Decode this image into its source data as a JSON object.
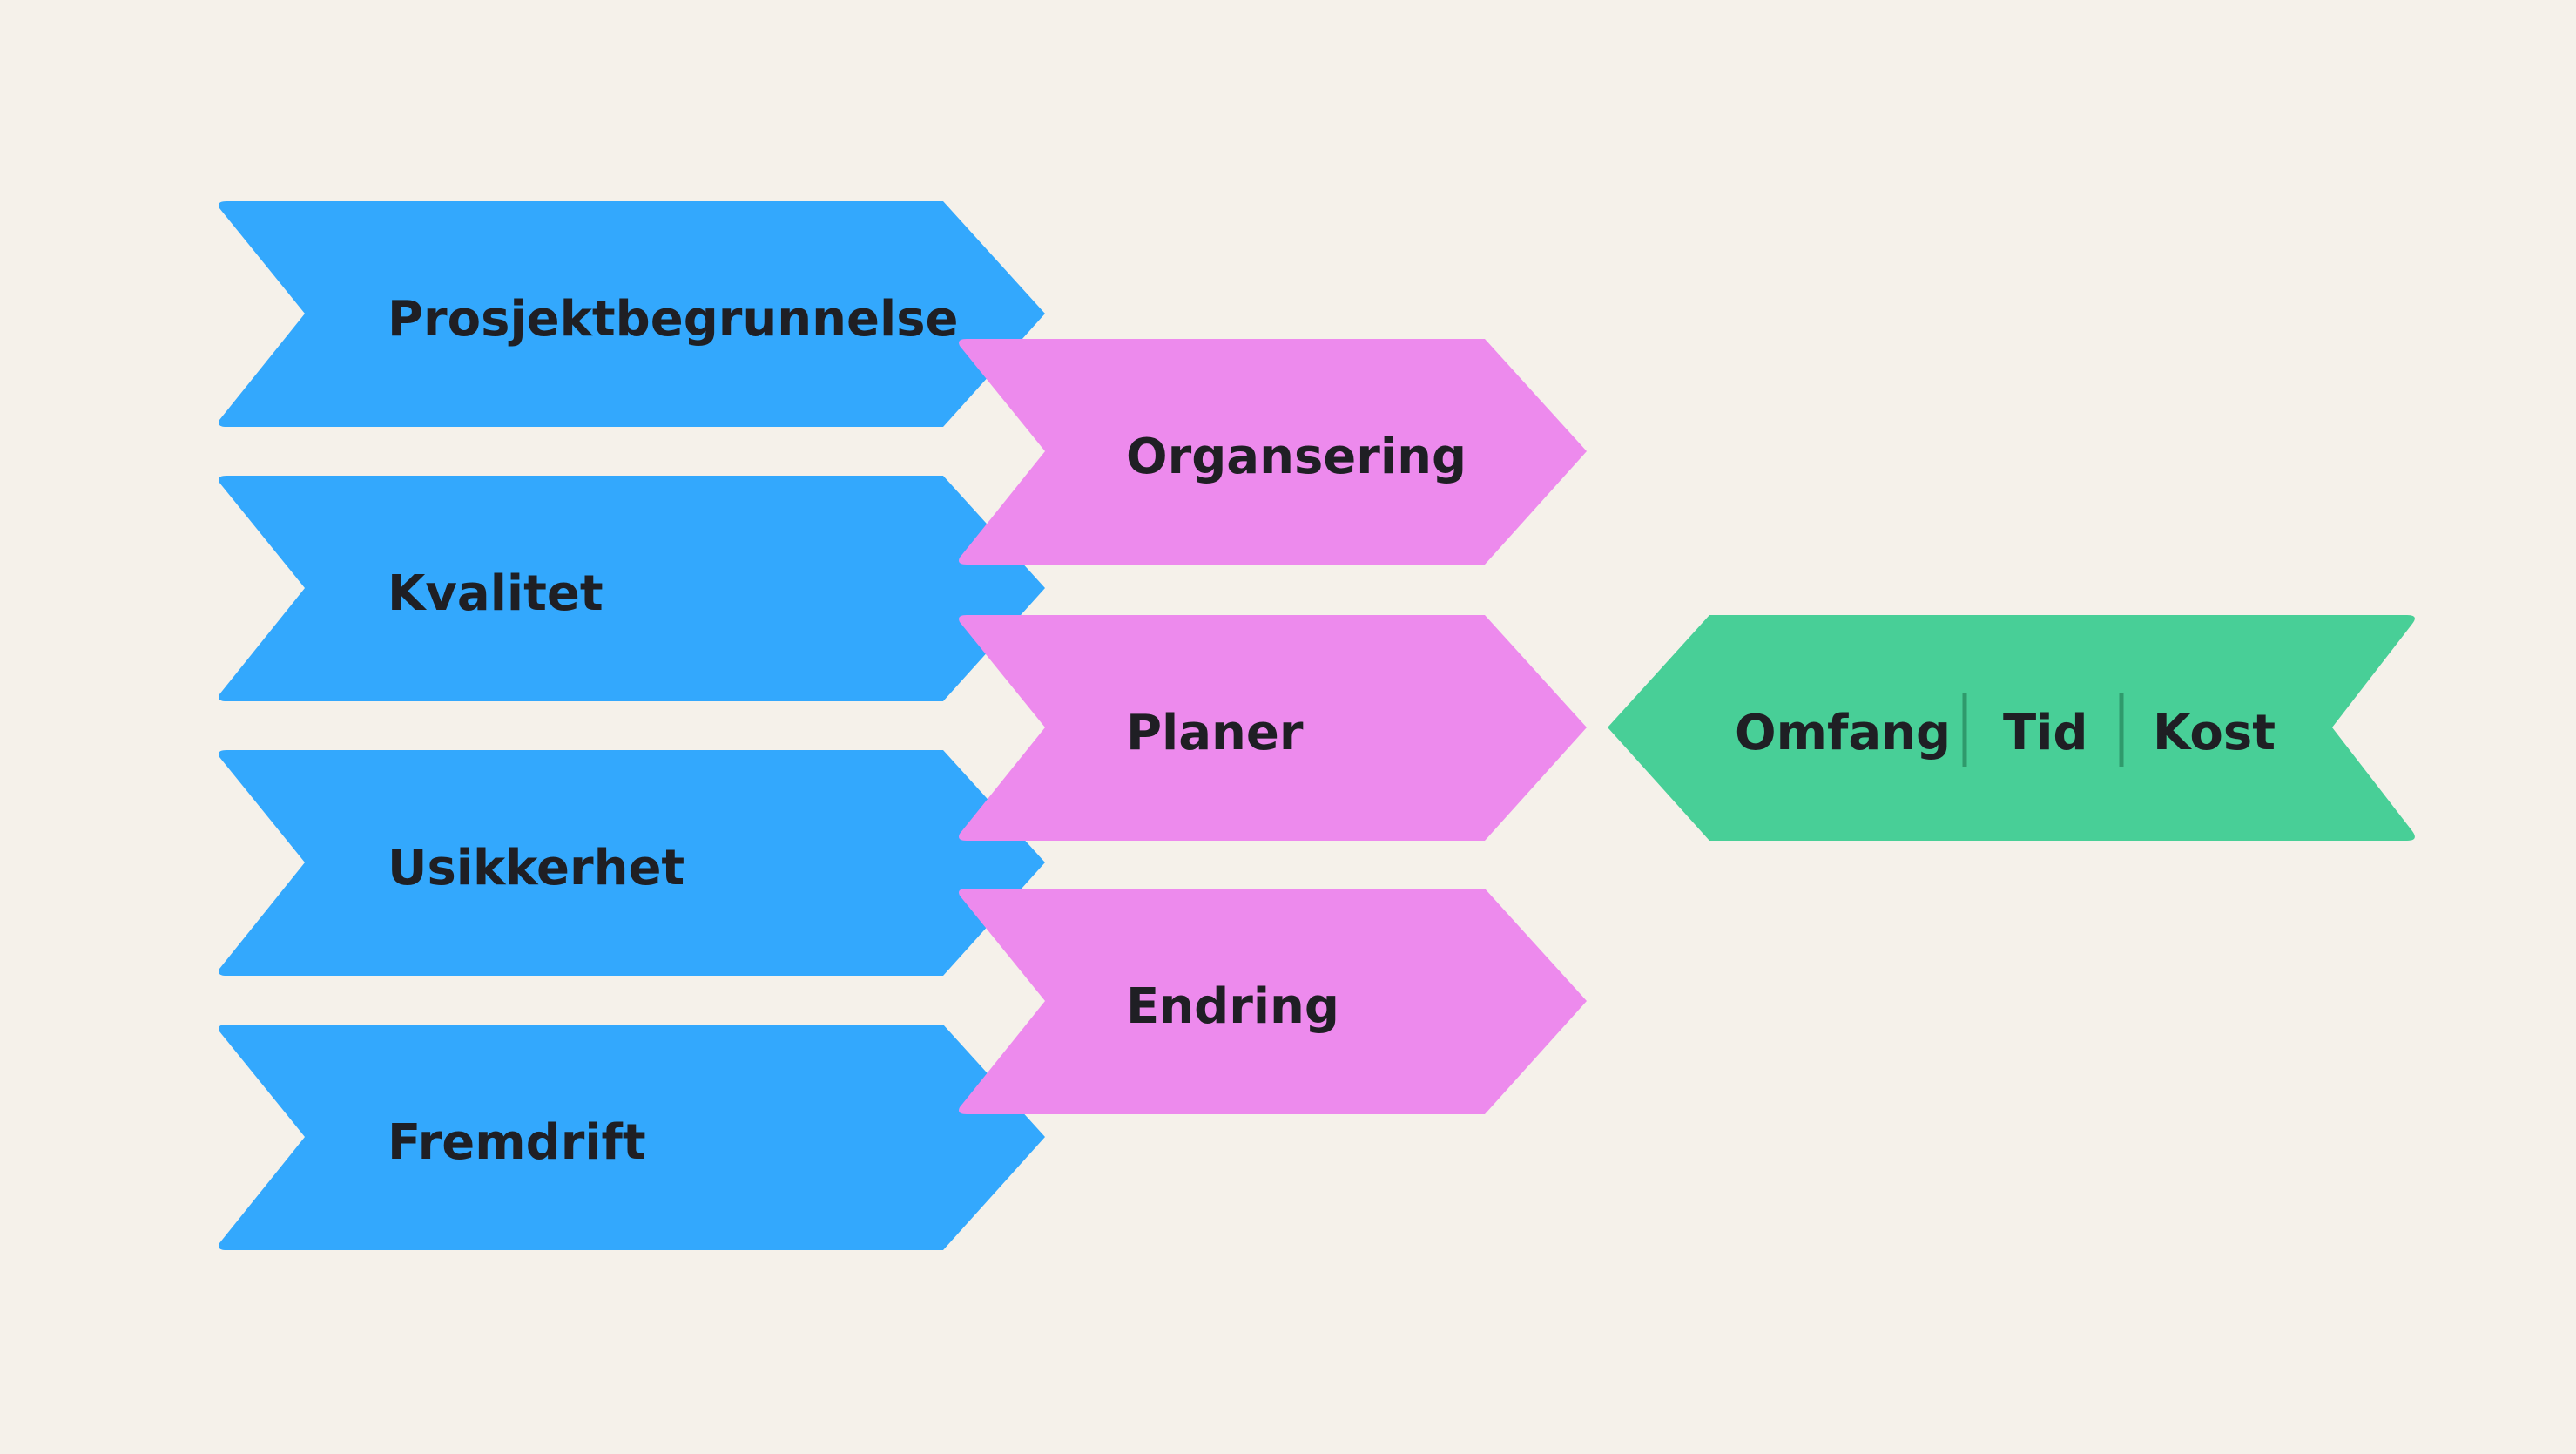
{
  "colors": {
    "background": "#f5f1ea",
    "blue": "#33a8fd",
    "pink": "#ed8aed",
    "green": "#48cf97",
    "divider": "#2f9a6c",
    "text": "#1f1f24"
  },
  "blue_chevrons": [
    {
      "label": "Prosjektbegrunnelse"
    },
    {
      "label": "Kvalitet"
    },
    {
      "label": "Usikkerhet"
    },
    {
      "label": "Fremdrift"
    }
  ],
  "pink_chevrons": [
    {
      "label": "Organsering"
    },
    {
      "label": "Planer"
    },
    {
      "label": "Endring"
    }
  ],
  "green_banner": {
    "items": [
      "Omfang",
      "Tid",
      "Kost"
    ]
  }
}
